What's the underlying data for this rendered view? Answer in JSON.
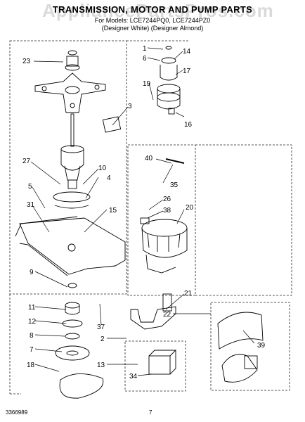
{
  "header": {
    "watermark": "AppliancePartsPros.com",
    "title": "TRANSMISSION, MOTOR AND PUMP PARTS",
    "models_line": "For Models: LCE7244PQ0, LCE7244PZ0",
    "variants_line": "(Designer White)   (Designer Almond)"
  },
  "footer": {
    "doc_number": "3366989",
    "page_number": "7"
  },
  "parts": [
    {
      "number": "1"
    },
    {
      "number": "6"
    },
    {
      "number": "14"
    },
    {
      "number": "17"
    },
    {
      "number": "19"
    },
    {
      "number": "16"
    },
    {
      "number": "23"
    },
    {
      "number": "3"
    },
    {
      "number": "27"
    },
    {
      "number": "10"
    },
    {
      "number": "4"
    },
    {
      "number": "5"
    },
    {
      "number": "31"
    },
    {
      "number": "15"
    },
    {
      "number": "40"
    },
    {
      "number": "35"
    },
    {
      "number": "26"
    },
    {
      "number": "38"
    },
    {
      "number": "20"
    },
    {
      "number": "9"
    },
    {
      "number": "11"
    },
    {
      "number": "12"
    },
    {
      "number": "8"
    },
    {
      "number": "7"
    },
    {
      "number": "18"
    },
    {
      "number": "37"
    },
    {
      "number": "2"
    },
    {
      "number": "21"
    },
    {
      "number": "22"
    },
    {
      "number": "39"
    },
    {
      "number": "13"
    },
    {
      "number": "34"
    }
  ]
}
